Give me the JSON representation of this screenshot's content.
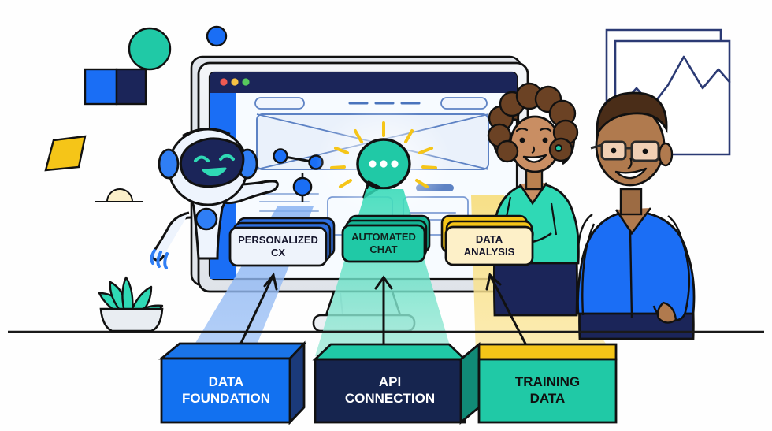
{
  "scene": {
    "title": "AI Customer Experience Architecture Illustration",
    "background_color": "#fefefe",
    "ground_line_color": "#1a1a1a"
  },
  "outcome_cards": [
    {
      "id": "personalized-cx",
      "label_line1": "PERSONALIZED",
      "label_line2": "CX",
      "fill": "#eef3fb",
      "stack_fill": "#2f6fe0",
      "text_color": "#14142b",
      "beam_color": "#7aa9f0"
    },
    {
      "id": "automated-chat",
      "label_line1": "AUTOMATED",
      "label_line2": "CHAT",
      "fill": "#20c9a6",
      "stack_fill": "#16b394",
      "text_color": "#10241f",
      "beam_color": "#4fd9bd"
    },
    {
      "id": "data-analysis",
      "label_line1": "DATA",
      "label_line2": "ANALYSIS",
      "fill": "#fdf0c8",
      "stack_fill": "#f5c518",
      "text_color": "#14142b",
      "beam_color": "#f7d96a"
    }
  ],
  "foundation_blocks": [
    {
      "id": "data-foundation",
      "label_line1": "DATA",
      "label_line2": "FOUNDATION",
      "front_fill": "#1271f0",
      "top_fill": "#1a74e8",
      "side_fill": "#1b3a7a",
      "text_color": "#ffffff"
    },
    {
      "id": "api-connection",
      "label_line1": "API",
      "label_line2": "CONNECTION",
      "front_fill": "#16254f",
      "top_fill": "#20c9a6",
      "side_fill": "#0f1b3c",
      "text_color": "#ffffff"
    },
    {
      "id": "training-data",
      "label_line1": "TRAINING",
      "label_line2": "DATA",
      "front_fill": "#20c9a6",
      "top_fill": "#f5c518",
      "side_fill": "#118a76",
      "text_color": "#101010"
    }
  ],
  "monitor": {
    "bezel_fill": "#eceff3",
    "bezel_stroke": "#1a1a1a",
    "titlebar_fill": "#1b2559",
    "screen_fill": "#f7fbff",
    "sidebar_fill": "#1a6ef5",
    "traffic_lights": [
      {
        "name": "close-dot",
        "color": "#ef5a52"
      },
      {
        "name": "minimize-dot",
        "color": "#f6c244"
      },
      {
        "name": "maximize-dot",
        "color": "#57c95d"
      }
    ]
  },
  "chat_bubble": {
    "fill": "#20c9a6",
    "stroke": "#111111",
    "dot_color": "#ffffff",
    "dot_count": 3,
    "ray_color": "#f5c518",
    "ray_count": 9
  },
  "robot": {
    "body_fill": "#eef4fd",
    "face_fill": "#1b2559",
    "accent_fill": "#2f7ef5",
    "smile_color": "#2fd9b5",
    "outline": "#111111"
  },
  "people": [
    {
      "id": "woman",
      "skin": "#c98e63",
      "hair": "#6b4224",
      "shirt": "#2fd9b5",
      "pants": "#1b2559",
      "earring": "#20c9a6"
    },
    {
      "id": "man",
      "skin": "#b07a4e",
      "hair": "#4a2d18",
      "shirt": "#1b6ef5",
      "pants": "#1b2559",
      "glasses_lens": "#f0cfb4",
      "glasses_frame": "#2a2a2a"
    }
  ],
  "decor": {
    "circle_teal": "#20c9a6",
    "square_blue": "#1a6ef5",
    "square_navy": "#1b2559",
    "parallelogram_yellow": "#f5c518",
    "dot_blue": "#1a6ef5",
    "dome_cream": "#fbefc9",
    "plant_leaf": "#2fd9b5",
    "plant_pot": "#e9edf2",
    "frame_stroke": "#2b3a74"
  },
  "arrows": {
    "stroke": "#111111",
    "count": 3,
    "direction": "upward"
  },
  "node_graph": {
    "node_fill": "#1a6ef5",
    "edge_color": "#111111",
    "node_count": 3
  }
}
